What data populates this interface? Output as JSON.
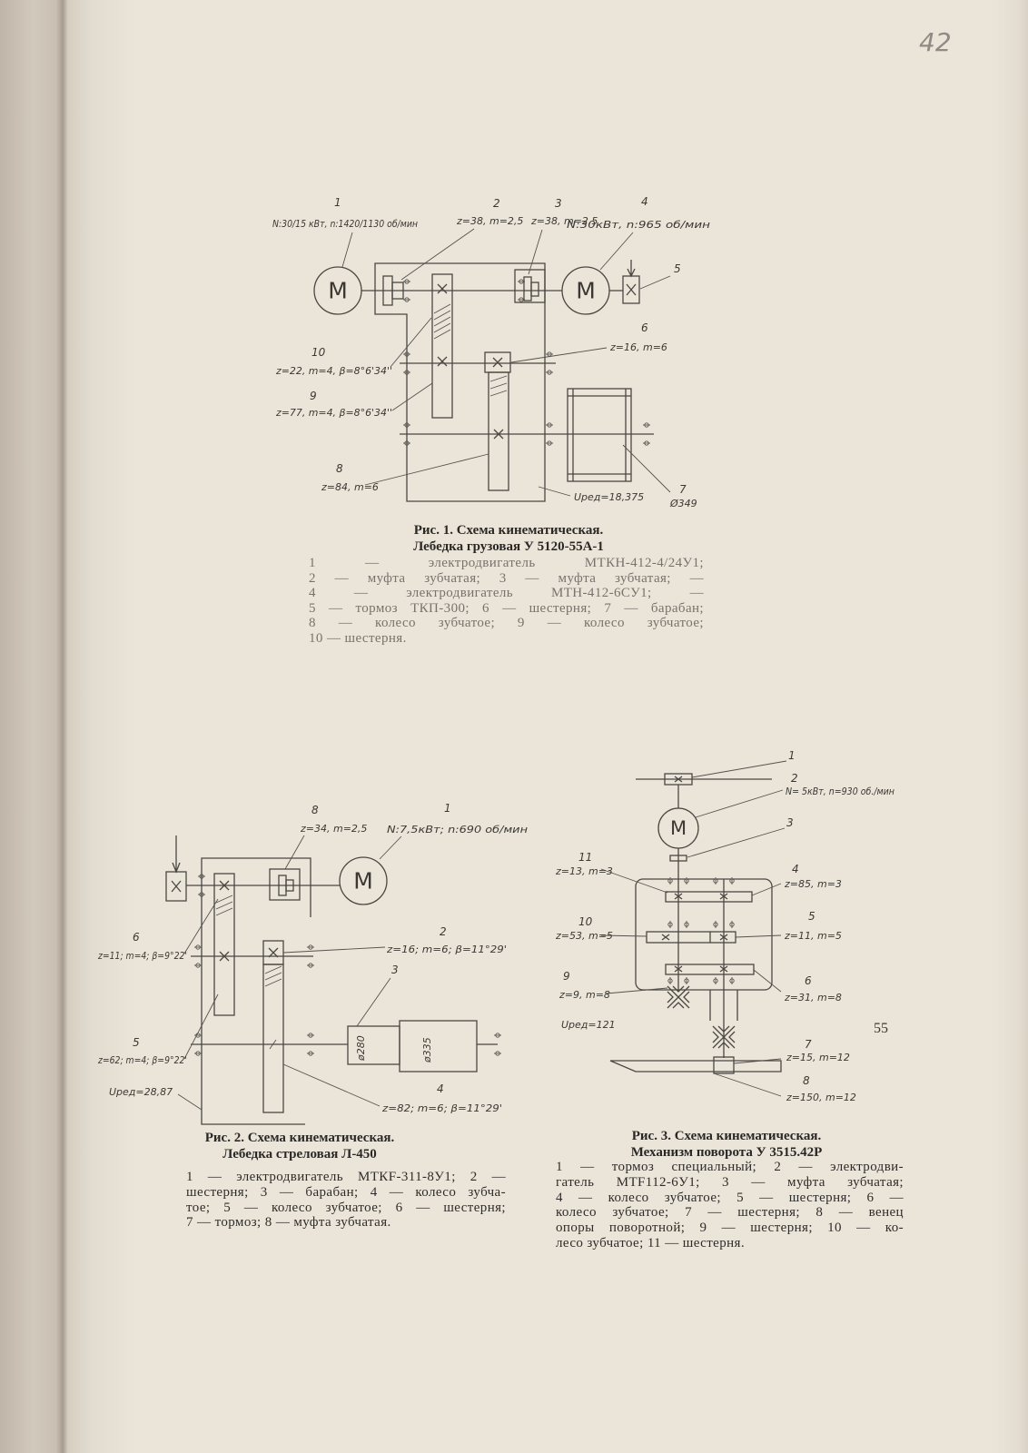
{
  "page": {
    "handwritten_number": "42",
    "page_number": "55"
  },
  "figure1": {
    "motor_symbol": "M",
    "labels": {
      "n1": "1",
      "motor1_spec": "N:30/15 кВт, n:1420/1130 об/мин",
      "n2": "2",
      "coupling2_spec": "z=38, m=2,5",
      "n3": "3",
      "coupling3_spec": "z=38, m=2,5",
      "n4": "4",
      "motor4_spec": "N:30кВт, n:965 об/мин",
      "n5": "5",
      "n6": "6",
      "gear6_spec": "z=16, m=6",
      "n10": "10",
      "gear10_spec": "z=22, m=4, β=8°6'34''",
      "n9": "9",
      "gear9_spec": "z=77, m=4, β=8°6'34''",
      "n8": "8",
      "gear8_spec": "z=84, m=6",
      "ratio": "Uред=18,375",
      "n7": "7",
      "drum_diameter": "Ø349"
    },
    "caption_title": "Рис. 1. Схема кинематическая.",
    "caption_subtitle": "Лебедка грузовая У 5120-55А-1",
    "legend": [
      "1 — электродвигатель МТКН-412-4/24У1;",
      "2 — муфта зубчатая; 3 — муфта зубчатая; —",
      "4 — электродвигатель МТН-412-6СУ1; —",
      "5 — тормоз ТКП-300; 6 — шестерня; 7 — барабан;",
      "8 — колесо зубчатое; 9 — колесо зубчатое;",
      "10 — шестерня."
    ]
  },
  "figure2": {
    "motor_symbol": "M",
    "labels": {
      "n8": "8",
      "coupling8_spec": "z=34, m=2,5",
      "n1": "1",
      "motor1_spec": "N:7,5кВт; n:690 об/мин",
      "n2": "2",
      "gear2_spec": "z=16; m=6; β=11°29'",
      "n6": "6",
      "gear6_spec": "z=11; m=4; β=9°22'",
      "n3": "3",
      "n5": "5",
      "gear5_spec": "z=62; m=4; β=9°22'",
      "ratio": "Uред=28,87",
      "n4": "4",
      "gear4_spec": "z=82; m=6; β=11°29'",
      "drum_d_small": "ø280",
      "drum_d_large": "ø335"
    },
    "caption_title": "Рис. 2. Схема кинематическая.",
    "caption_subtitle": "Лебедка стреловая Л-450",
    "legend": [
      "1 — электродвигатель МТКF-311-8У1; 2 —",
      "шестерня; 3 — барабан; 4 — колесо зубча-",
      "тое; 5 — колесо зубчатое; 6 — шестерня;",
      "7 — тормоз; 8 — муфта зубчатая."
    ]
  },
  "figure3": {
    "motor_symbol": "M",
    "labels": {
      "n1": "1",
      "n2": "2",
      "motor2_spec": "N= 5кВт, n=930 об./мин",
      "n3": "3",
      "n11": "11",
      "gear11_spec": "z=13, m=3",
      "n4": "4",
      "gear4_spec": "z=85, m=3",
      "n10": "10",
      "gear10_spec": "z=53, m=5",
      "n5": "5",
      "gear5_spec": "z=11, m=5",
      "n9": "9",
      "gear9_spec": "z=9, m=8",
      "n6": "6",
      "gear6_spec": "z=31, m=8",
      "ratio": "Uред=121",
      "n7": "7",
      "gear7_spec": "z=15, m=12",
      "n8": "8",
      "gear8_spec": "z=150, m=12"
    },
    "caption_title": "Рис. 3. Схема кинематическая.",
    "caption_subtitle": "Механизм поворота У 3515.42Р",
    "legend": [
      "1 — тормоз специальный; 2 — электродви-",
      "гатель МТF112-6У1; 3 — муфта зубчатая;",
      "4 — колесо зубчатое; 5 — шестерня; 6 —",
      "колесо зубчатое; 7 — шестерня; 8 — венец",
      "опоры поворотной; 9 — шестерня; 10 — ко-",
      "лесо зубчатое; 11 — шестерня."
    ]
  }
}
